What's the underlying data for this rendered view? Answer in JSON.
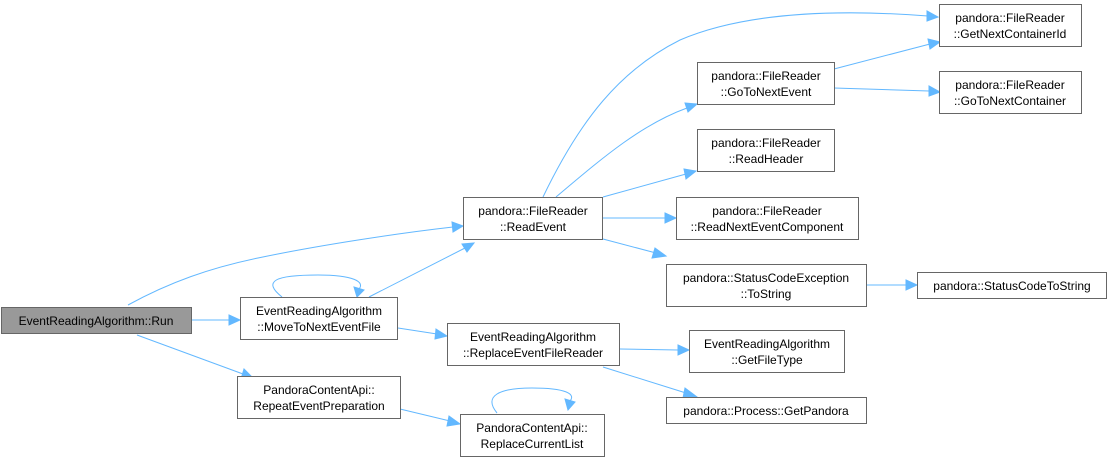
{
  "nodes": {
    "n_run": {
      "lines": [
        "EventReadingAlgorithm::Run"
      ]
    },
    "n_move": {
      "lines": [
        "EventReadingAlgorithm",
        "::MoveToNextEventFile"
      ]
    },
    "n_repeat": {
      "lines": [
        "PandoraContentApi::",
        "RepeatEventPreparation"
      ]
    },
    "n_readevent": {
      "lines": [
        "pandora::FileReader",
        "::ReadEvent"
      ]
    },
    "n_replacereader": {
      "lines": [
        "EventReadingAlgorithm",
        "::ReplaceEventFileReader"
      ]
    },
    "n_replacelist": {
      "lines": [
        "PandoraContentApi::",
        "ReplaceCurrentList"
      ]
    },
    "n_gotonextevent": {
      "lines": [
        "pandora::FileReader",
        "::GoToNextEvent"
      ]
    },
    "n_readheader": {
      "lines": [
        "pandora::FileReader",
        "::ReadHeader"
      ]
    },
    "n_readnext": {
      "lines": [
        "pandora::FileReader",
        "::ReadNextEventComponent"
      ]
    },
    "n_statusexc": {
      "lines": [
        "pandora::StatusCodeException",
        "::ToString"
      ]
    },
    "n_getfiletype": {
      "lines": [
        "EventReadingAlgorithm",
        "::GetFileType"
      ]
    },
    "n_getpandora": {
      "lines": [
        "pandora::Process::GetPandora"
      ]
    },
    "n_getnextcontainerid": {
      "lines": [
        "pandora::FileReader",
        "::GetNextContainerId"
      ]
    },
    "n_gotonextcontainer": {
      "lines": [
        "pandora::FileReader",
        "::GoToNextContainer"
      ]
    },
    "n_statustostring": {
      "lines": [
        "pandora::StatusCodeToString"
      ]
    }
  },
  "colors": {
    "edge": "#63b8ff",
    "node_border": "#666666",
    "root_fill": "#999999",
    "node_fill": "#ffffff"
  }
}
